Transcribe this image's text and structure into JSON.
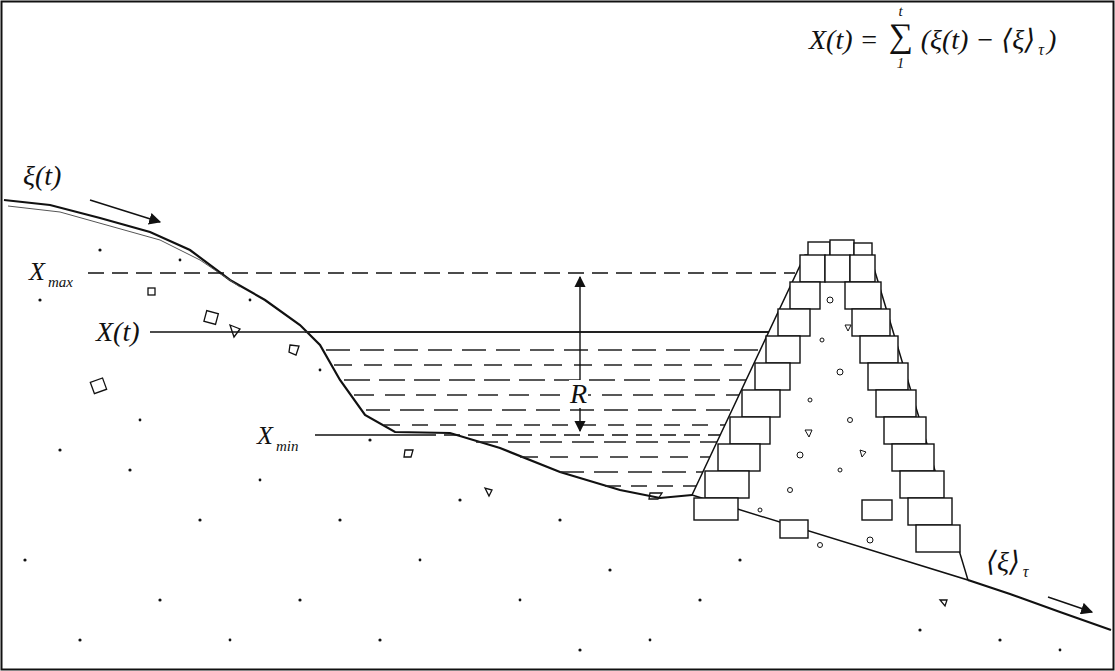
{
  "diagram": {
    "labels": [
      "X(t) =",
      "t",
      "∑",
      "1",
      "(ξ(t) − ⟨ξ⟩",
      "τ",
      ")",
      "ξ(t)",
      "X",
      "max",
      "X(t)",
      "X",
      "min",
      "R",
      "⟨ξ⟩",
      "τ"
    ]
  }
}
